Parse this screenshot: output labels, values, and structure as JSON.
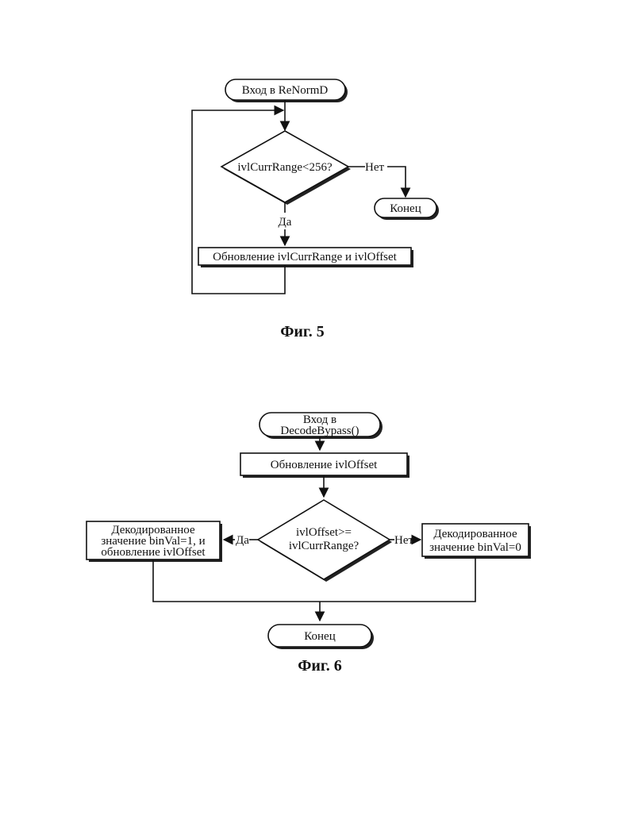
{
  "figure5": {
    "start": "Вход в ReNormD",
    "decision": "ivlCurrRange<256?",
    "no_label": "Нет",
    "yes_label": "Да",
    "end": "Конец",
    "update": "Обновление ivlCurrRange и ivlOffset",
    "caption": "Фиг. 5"
  },
  "figure6": {
    "start_line1": "Вход в",
    "start_line2": "DecodeBypass()",
    "update": "Обновление ivlOffset",
    "decision_line1": "ivlOffset>=",
    "decision_line2": "ivlCurrRange?",
    "yes_label": "Да",
    "no_label": "Нет",
    "left_line1": "Декодированное",
    "left_line2": "значение binVal=1, и",
    "left_line3": "обновление ivlOffset",
    "right_line1": "Декодированное",
    "right_line2": "значение binVal=0",
    "end": "Конец",
    "caption": "Фиг. 6"
  }
}
